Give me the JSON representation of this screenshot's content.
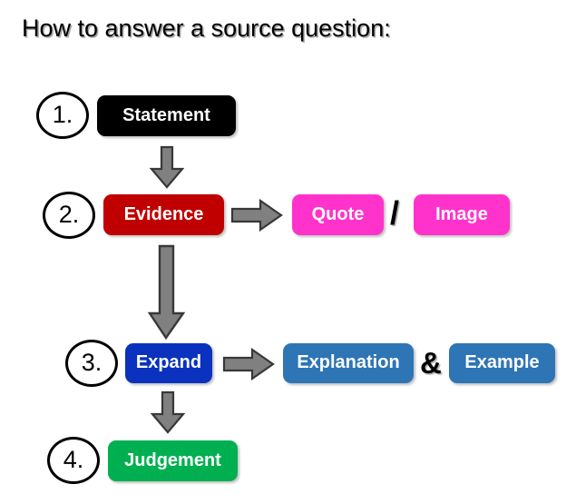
{
  "page": {
    "title": "How to answer a source question:",
    "background": "#ffffff"
  },
  "colors": {
    "statement": "#000000",
    "evidence": "#C00000",
    "quote": "#FF33CC",
    "image": "#FF33CC",
    "expand": "#0A32BE",
    "explanation": "#2E75B6",
    "example": "#2E75B6",
    "judgement": "#00B050",
    "arrow_fill": "#808080",
    "arrow_stroke": "#404040",
    "circle_stroke": "#000000",
    "text_on_box": "#ffffff"
  },
  "steps": [
    {
      "number": "1.",
      "main": {
        "label": "Statement",
        "color": "#000000"
      },
      "branch": []
    },
    {
      "number": "2.",
      "main": {
        "label": "Evidence",
        "color": "#C00000"
      },
      "separator": "/",
      "branch": [
        {
          "label": "Quote",
          "color": "#FF33CC"
        },
        {
          "label": "Image",
          "color": "#FF33CC"
        }
      ]
    },
    {
      "number": "3.",
      "main": {
        "label": "Expand",
        "color": "#0A32BE"
      },
      "separator": "&",
      "branch": [
        {
          "label": "Explanation",
          "color": "#2E75B6"
        },
        {
          "label": "Example",
          "color": "#2E75B6"
        }
      ]
    },
    {
      "number": "4.",
      "main": {
        "label": "Judgement",
        "color": "#00B050"
      },
      "branch": []
    }
  ],
  "arrows": [
    {
      "name": "arrow-statement-to-evidence",
      "direction": "down",
      "size": "short"
    },
    {
      "name": "arrow-evidence-to-quote",
      "direction": "right",
      "size": "short"
    },
    {
      "name": "arrow-evidence-to-expand",
      "direction": "down",
      "size": "long"
    },
    {
      "name": "arrow-expand-to-explanation",
      "direction": "right",
      "size": "short"
    },
    {
      "name": "arrow-expand-to-judgement",
      "direction": "down",
      "size": "short"
    }
  ]
}
